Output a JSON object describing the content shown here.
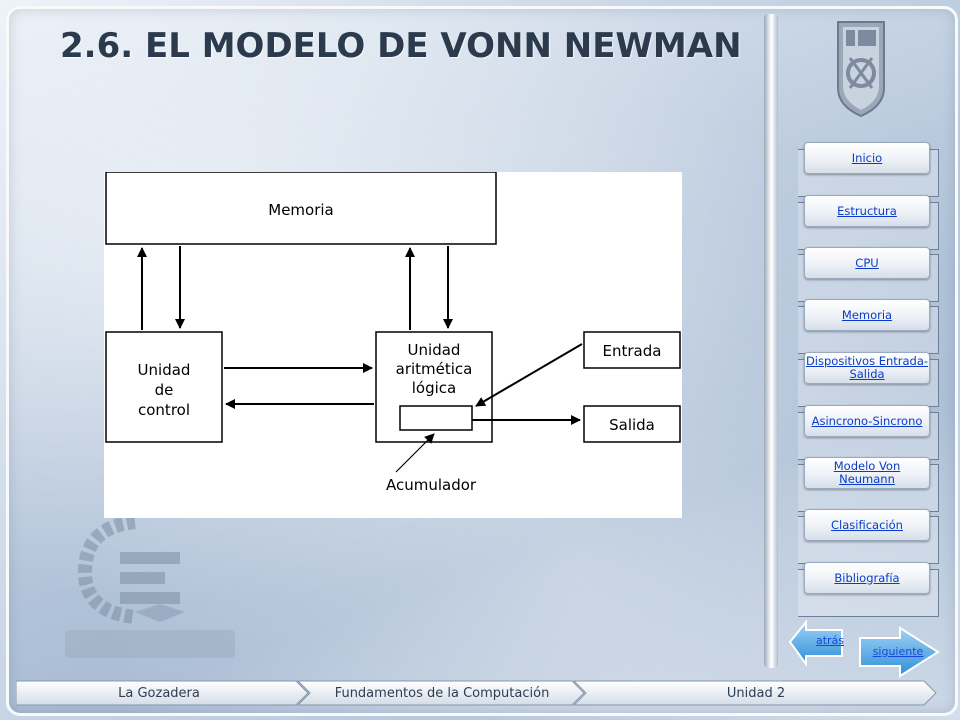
{
  "slide": {
    "title": "2.6. EL MODELO DE VONN NEWMAN"
  },
  "diagram": {
    "memory": "Memoria",
    "control_unit": [
      "Unidad",
      "de",
      "control"
    ],
    "alu": [
      "Unidad",
      "aritmética",
      "lógica"
    ],
    "input": "Entrada",
    "output": "Salida",
    "accumulator": "Acumulador"
  },
  "nav": {
    "items": [
      {
        "label": "Inicio"
      },
      {
        "label": "Estructura"
      },
      {
        "label": "CPU"
      },
      {
        "label": "Memoria"
      },
      {
        "label": "Dispositivos Entrada-Salida"
      },
      {
        "label": "Asincrono-Sincrono"
      },
      {
        "label": "Modelo Von Neumann"
      },
      {
        "label": "Clasificación"
      },
      {
        "label": "Bibliografía"
      }
    ],
    "back_label": "atrás",
    "next_label": "siguiente"
  },
  "breadcrumb": {
    "items": [
      "La Gozadera",
      "Fundamentos de la Computación",
      "Unidad 2"
    ]
  },
  "colors": {
    "link": "#0a3cc8",
    "arrow_blue": "#2f8fd8",
    "title": "#2b3a4c"
  }
}
